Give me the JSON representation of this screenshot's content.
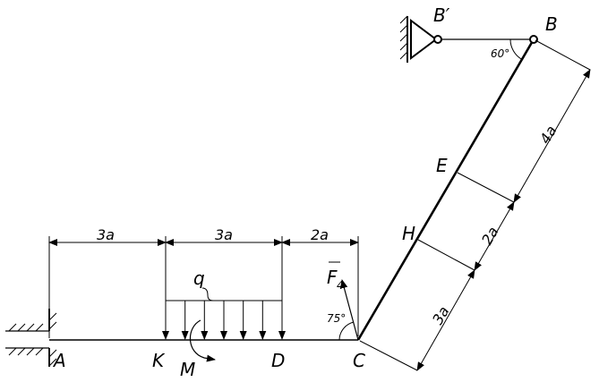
{
  "points": {
    "A": "A",
    "K": "K",
    "D": "D",
    "C": "C",
    "H": "H",
    "E": "E",
    "B": "B",
    "B_prime": "B′"
  },
  "dimensions": {
    "AK": "3a",
    "KD": "3a",
    "DC": "2a",
    "CH": "3a",
    "HE": "2a",
    "EB": "4a"
  },
  "loads": {
    "distributed": "q",
    "moment": "M",
    "force_symbol": "F",
    "force_subscript": "4"
  },
  "angles": {
    "force_angle": "75°",
    "rod_angle": "60°"
  }
}
